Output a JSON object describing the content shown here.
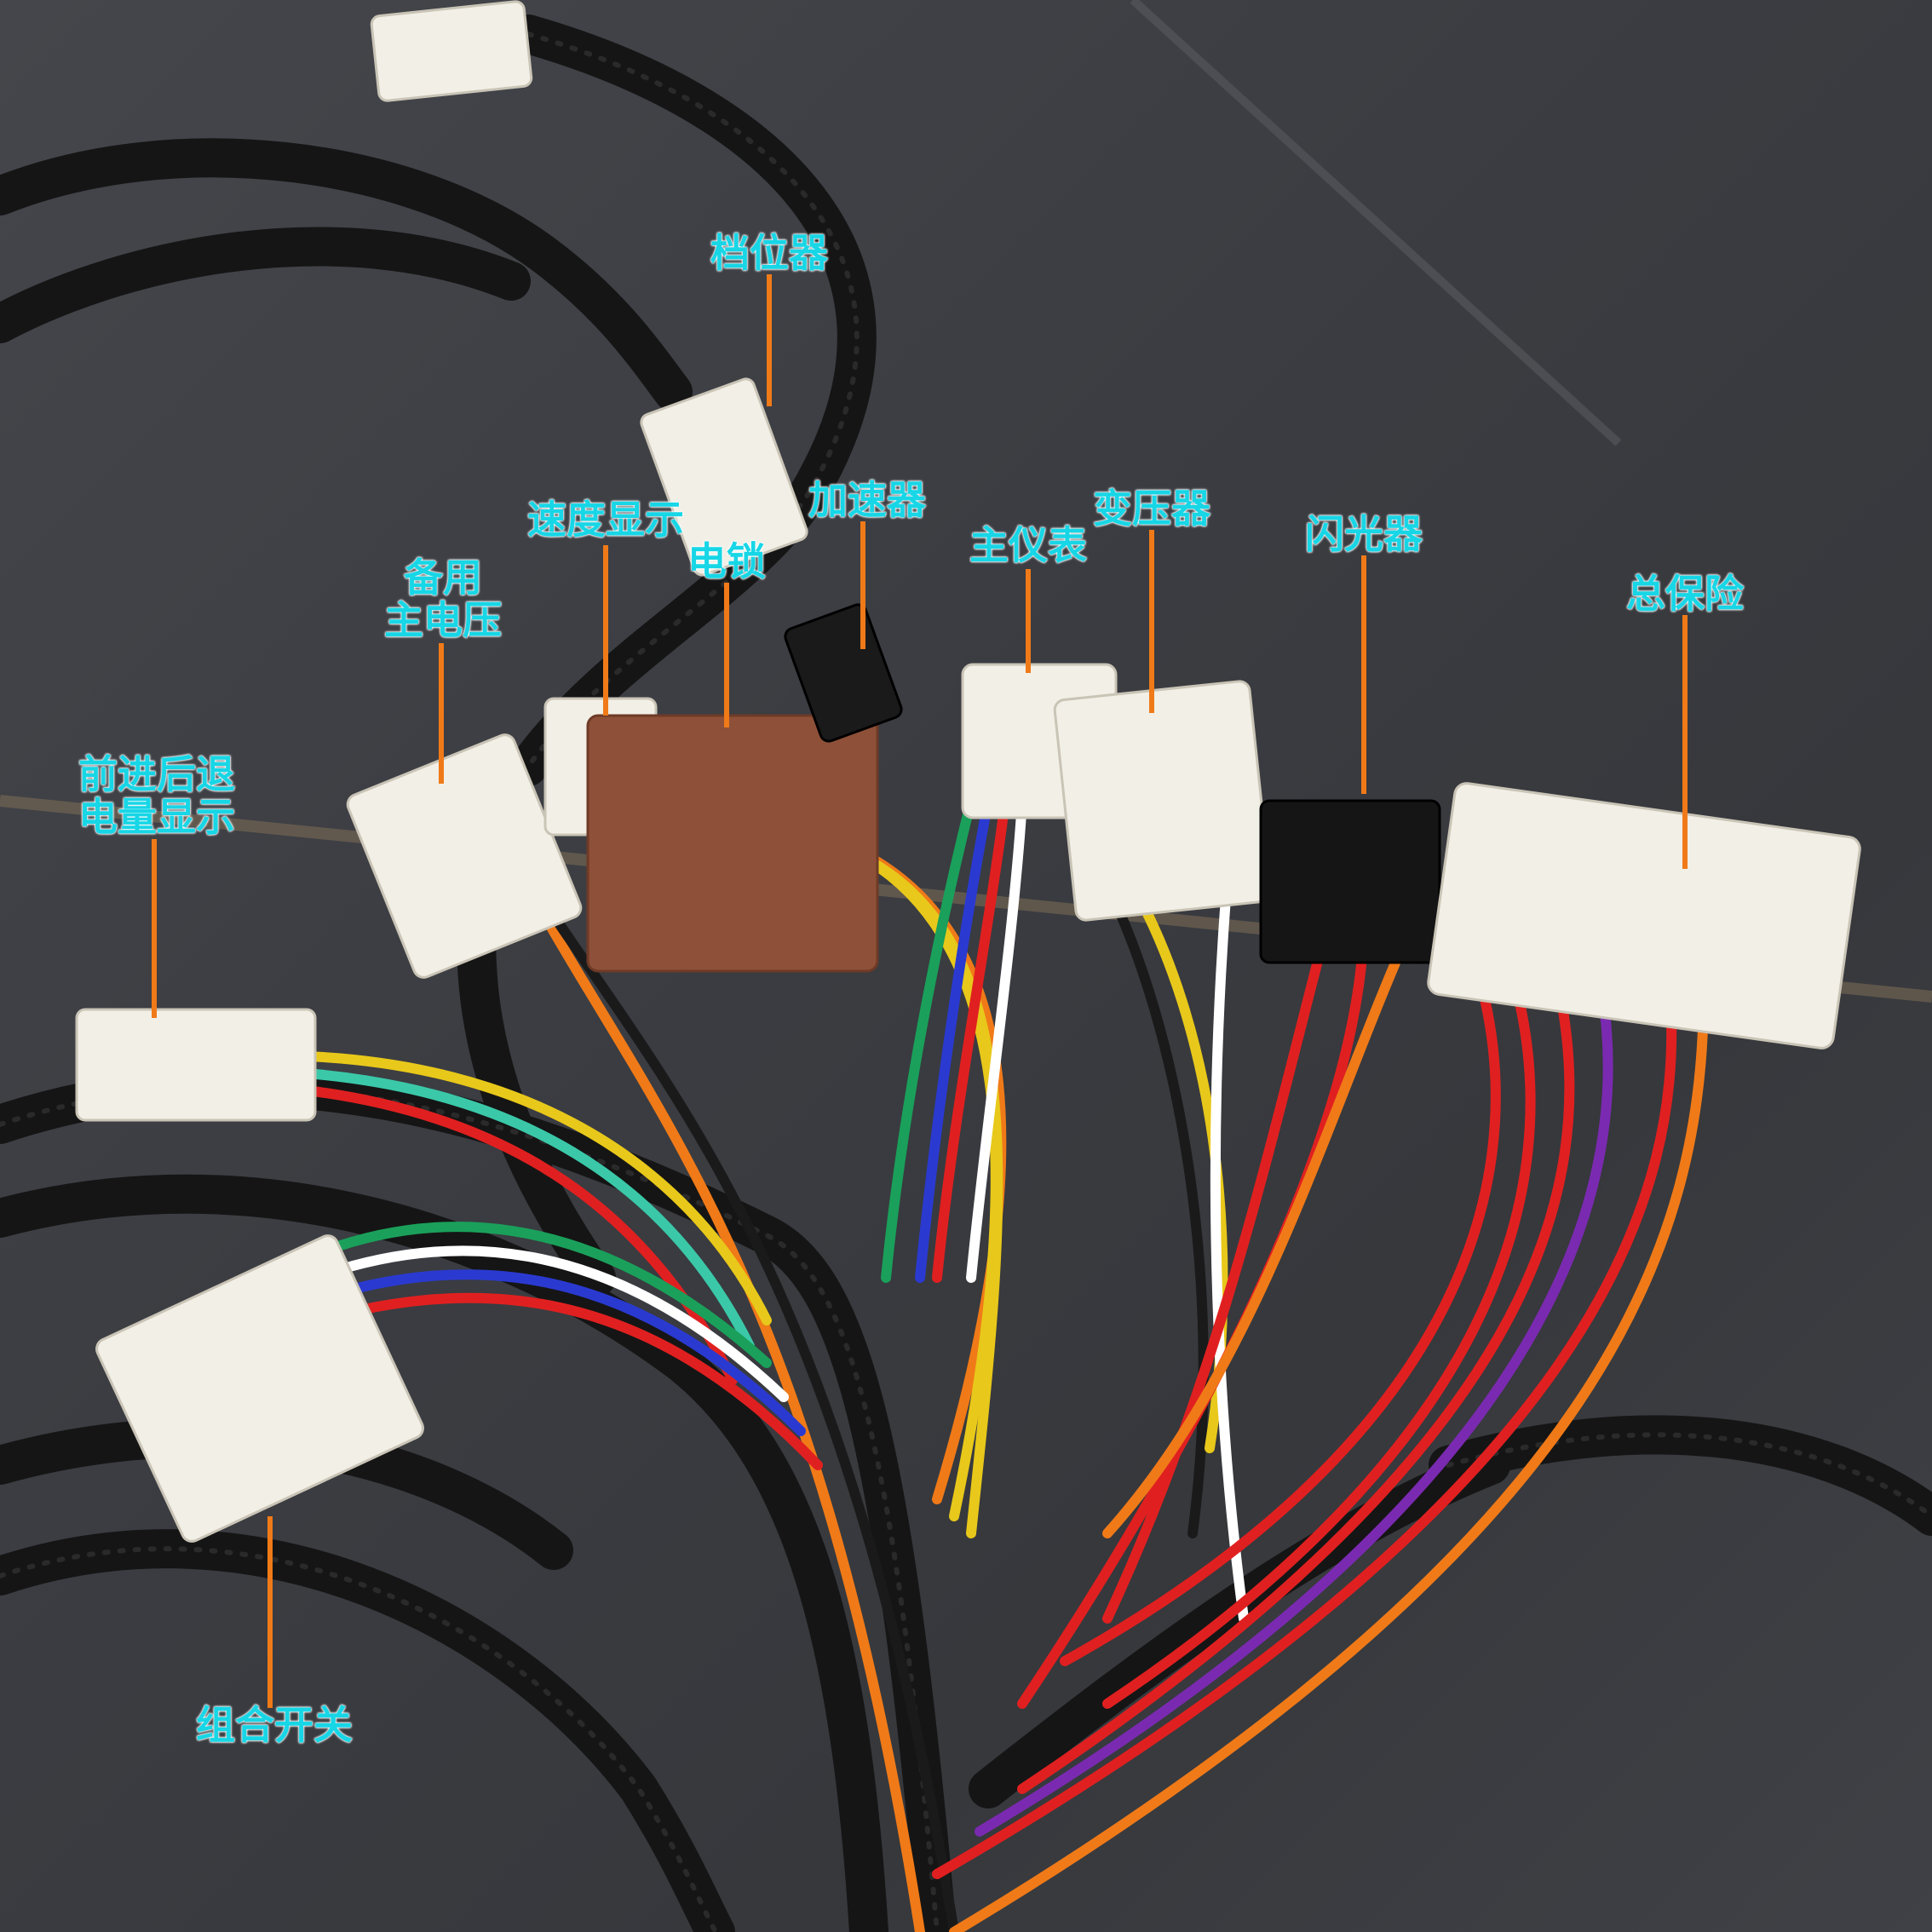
{
  "labels": {
    "gear_selector": "档位器",
    "speed_display": "速度显示",
    "accelerator": "加速器",
    "ignition_lock": "电锁",
    "spare_main_voltage_line1": "备用",
    "spare_main_voltage_line2": "主电压",
    "main_instrument": "主仪表",
    "transformer": "变压器",
    "flasher": "闪光器",
    "main_fuse": "总保险",
    "fwd_rev_battery_line1": "前进后退",
    "fwd_rev_battery_line2": "电量显示",
    "combo_switch": "组合开关"
  },
  "colors": {
    "label_text": "#17d6e6",
    "leader_line": "#f07a18",
    "background": "#3a3b3f",
    "conduit": "#151515",
    "connector_white": "#f2efe6",
    "connector_brown": "#8e5038"
  }
}
